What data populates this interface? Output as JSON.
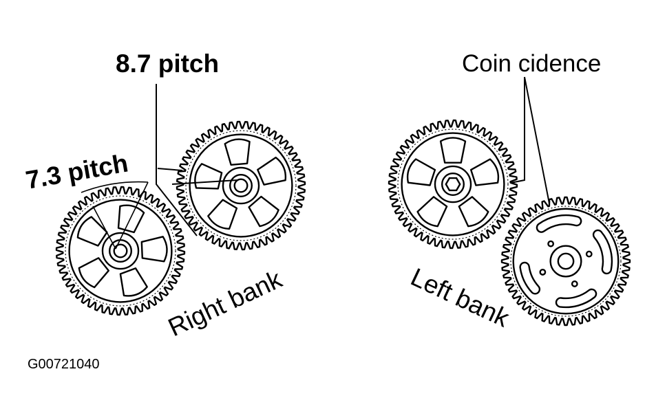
{
  "labels": {
    "pitch_87": "8.7 pitch",
    "pitch_73": "7.3 pitch",
    "coincidence": "Coin cidence",
    "right_bank": "Right bank",
    "left_bank": "Left bank",
    "figure_id": "G00721040"
  },
  "gears": [
    {
      "name": "right-bank-lower-sprocket",
      "teeth": 52,
      "hub": "spoked"
    },
    {
      "name": "right-bank-upper-sprocket",
      "teeth": 52,
      "hub": "spoked"
    },
    {
      "name": "left-bank-upper-sprocket",
      "teeth": 52,
      "hub": "spoked"
    },
    {
      "name": "left-bank-lower-sprocket",
      "teeth": 52,
      "hub": "slotted"
    }
  ],
  "colors": {
    "ink": "#000000",
    "paper": "#ffffff"
  }
}
